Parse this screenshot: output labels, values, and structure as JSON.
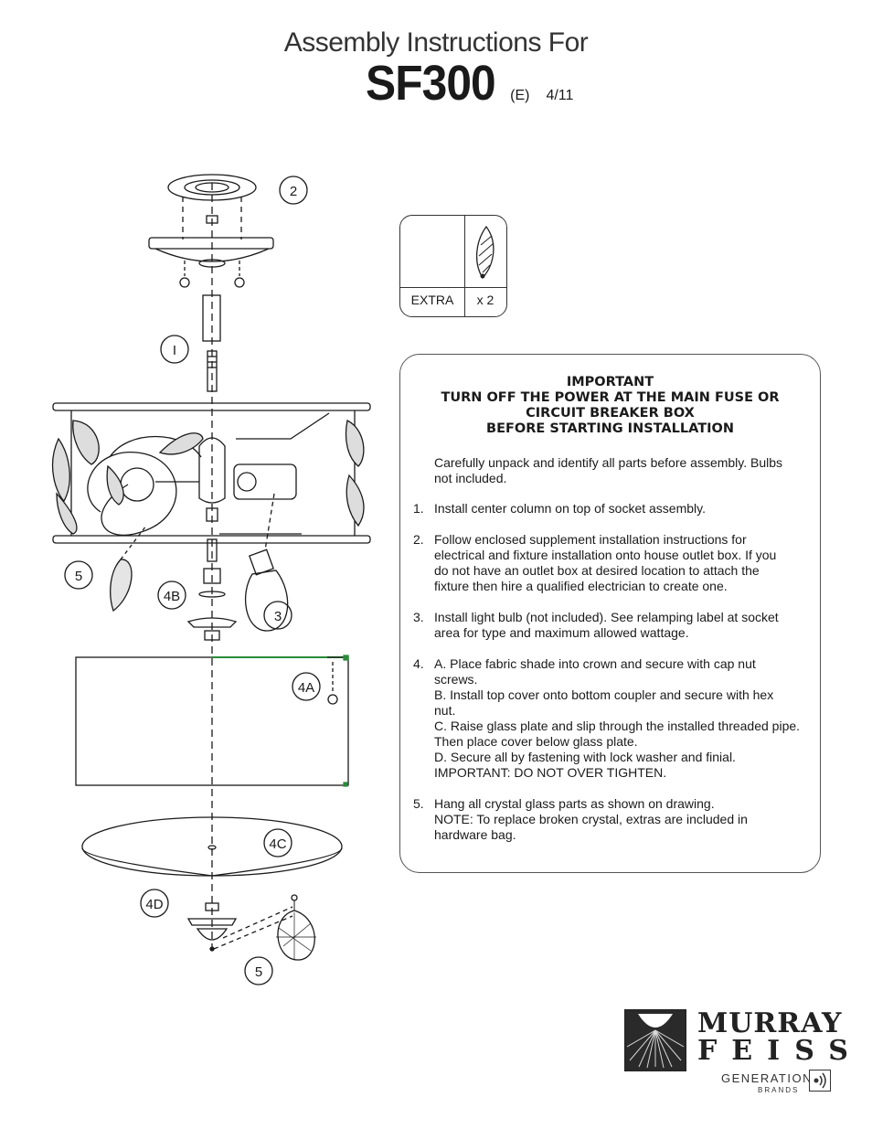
{
  "header": {
    "title": "Assembly Instructions For",
    "model": "SF300",
    "revision": "(E)",
    "date": "4/11"
  },
  "diagram": {
    "callouts": [
      "2",
      "I",
      "5",
      "4B",
      "3",
      "4A",
      "4C",
      "4D",
      "5"
    ]
  },
  "extra_parts": {
    "label": "EXTRA",
    "quantity": "x 2",
    "icon": "crystal-leaf-icon"
  },
  "instructions": {
    "important_lines": [
      "IMPORTANT",
      "TURN OFF THE POWER AT THE MAIN FUSE OR",
      "CIRCUIT BREAKER BOX",
      "BEFORE STARTING INSTALLATION"
    ],
    "intro_lines": [
      "Carefully unpack and identify all parts before assembly.  Bulbs",
      "not included."
    ],
    "steps": [
      {
        "num": "1.",
        "lines": [
          "Install center column on top of socket assembly."
        ]
      },
      {
        "num": "2.",
        "lines": [
          "Follow enclosed supplement installation instructions for",
          "electrical and fixture installation onto house outlet box. If you",
          "do not have an outlet box at desired location to attach the",
          "fixture then hire a qualified electrician to create one."
        ]
      },
      {
        "num": "3.",
        "lines": [
          "Install light bulb (not included).  See relamping label at socket",
          "area for type and maximum allowed wattage."
        ]
      },
      {
        "num": "4.",
        "lines": [
          "A. Place fabric shade into crown and secure with cap nut",
          "screws.",
          "B. Install top cover onto bottom coupler and secure with hex",
          "nut.",
          "C. Raise glass plate and slip through the installed threaded pipe.",
          "Then place cover below glass plate.",
          "D. Secure all by fastening with lock washer and finial.",
          "IMPORTANT:  DO NOT OVER TIGHTEN."
        ]
      },
      {
        "num": "5.",
        "lines": [
          "Hang all crystal glass parts as shown on drawing.",
          "NOTE: To replace broken crystal, extras are included in",
          "hardware bag."
        ]
      }
    ]
  },
  "logo": {
    "brand_line1": "MURRAY",
    "brand_line2": "FEISS",
    "sub_line1": "GENERATION",
    "sub_line2": "BRANDS",
    "icon": "sound-wave-icon"
  }
}
